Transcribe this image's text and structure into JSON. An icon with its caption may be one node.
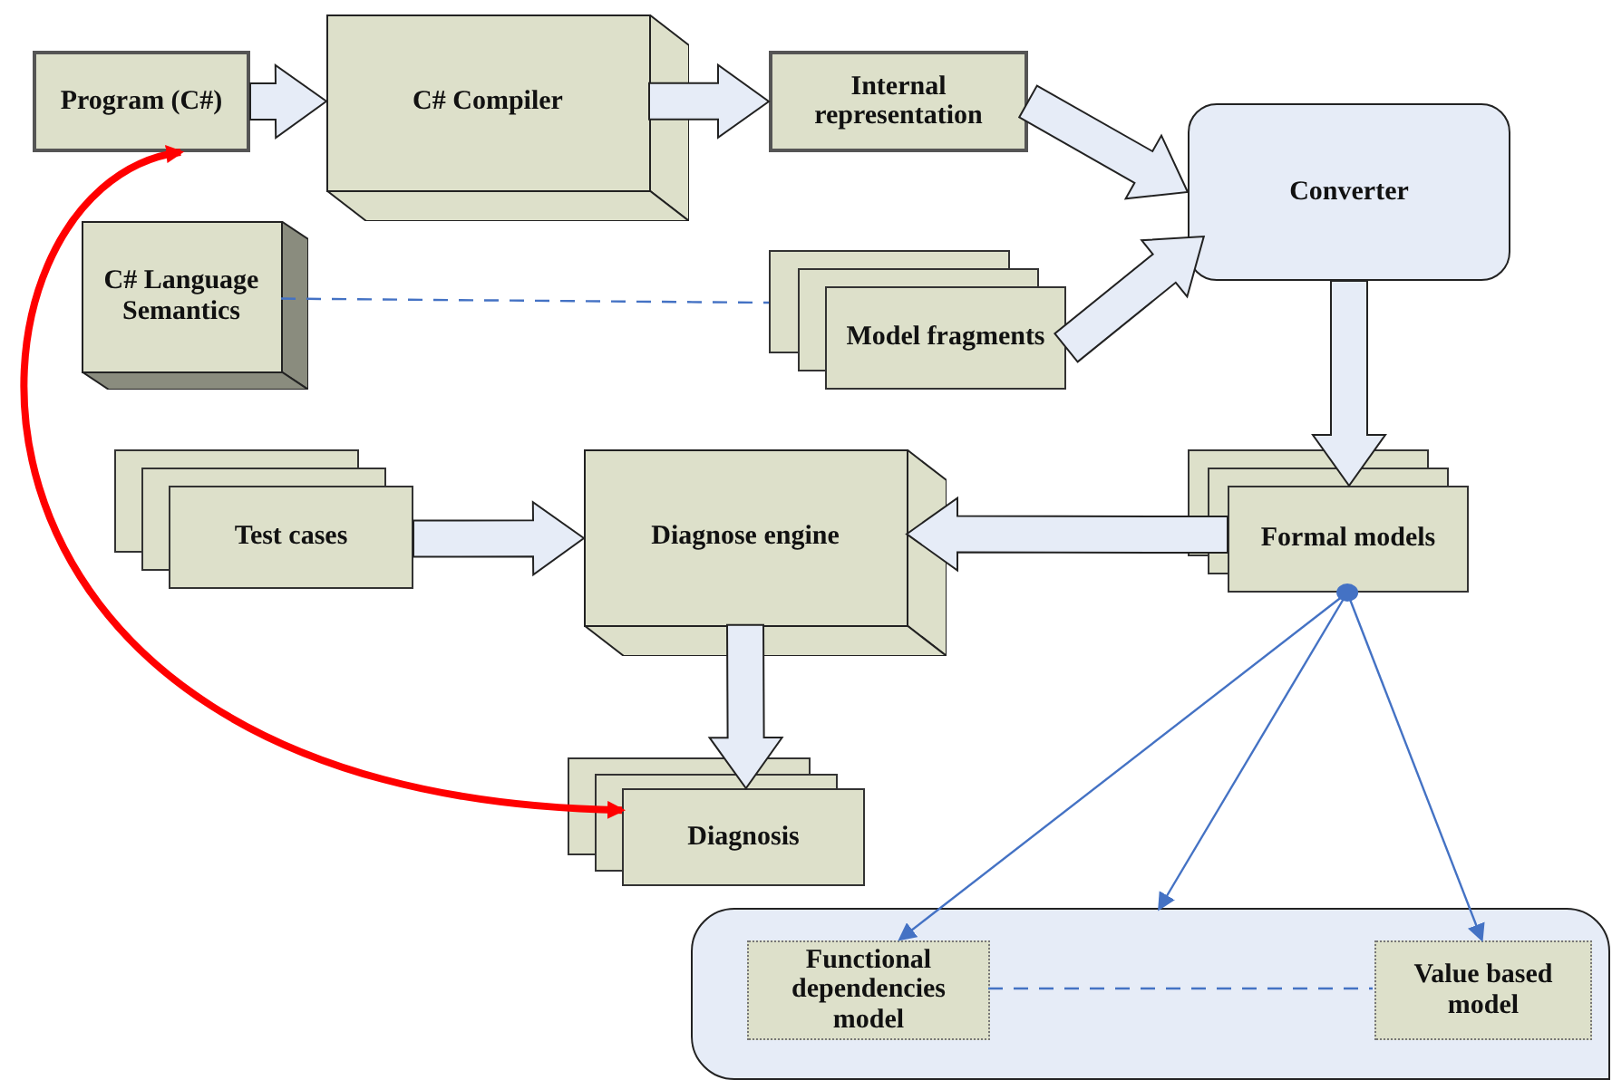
{
  "diagram": {
    "nodes": [
      {
        "text": [
          "Program (C#)"
        ]
      },
      {
        "text": [
          "C# Compiler"
        ]
      },
      {
        "text": [
          "Internal representation"
        ]
      },
      {
        "text": [
          "Converter"
        ]
      },
      {
        "text": [
          "C# Language Semantics"
        ]
      },
      {
        "text": [
          "Model fragments"
        ]
      },
      {
        "text": [
          "Test cases"
        ]
      },
      {
        "text": [
          "Diagnose engine"
        ]
      },
      {
        "text": [
          "Formal models"
        ]
      },
      {
        "text": [
          "Diagnosis"
        ]
      },
      {
        "text": [],
        "shape": "box"
      },
      {
        "text": [
          "Functional dependencies model"
        ],
        "in": 10
      },
      {
        "text": [
          "Value based model"
        ],
        "in": 10
      }
    ],
    "edges": [
      {
        "from": 0,
        "to": 1,
        "arrow": "to"
      },
      {
        "from": 1,
        "to": 2,
        "arrow": "to"
      },
      {
        "from": 2,
        "to": 3,
        "arrow": "to"
      },
      {
        "from": 5,
        "to": 3,
        "arrow": "to"
      },
      {
        "from": 3,
        "to": 8,
        "arrow": "to"
      },
      {
        "from": 8,
        "to": 7,
        "arrow": "to"
      },
      {
        "from": 6,
        "to": 7,
        "arrow": "to"
      },
      {
        "from": 7,
        "to": 9,
        "arrow": "to"
      },
      {
        "from": 9,
        "to": 0,
        "arrow": "both",
        "style": "thick",
        "color": "#ff0000"
      },
      {
        "from": 4,
        "to": 5,
        "arrow": "none",
        "style": "dashed",
        "color": "#4472c4"
      },
      {
        "from": 8,
        "to": 11,
        "arrow": "to",
        "color": "#4472c4"
      },
      {
        "from": 8,
        "to": 10,
        "arrow": "to",
        "color": "#4472c4"
      },
      {
        "from": 8,
        "to": 12,
        "arrow": "to",
        "color": "#4472c4"
      },
      {
        "from": 11,
        "to": 12,
        "arrow": "none",
        "style": "dashed",
        "color": "#4472c4"
      }
    ]
  }
}
